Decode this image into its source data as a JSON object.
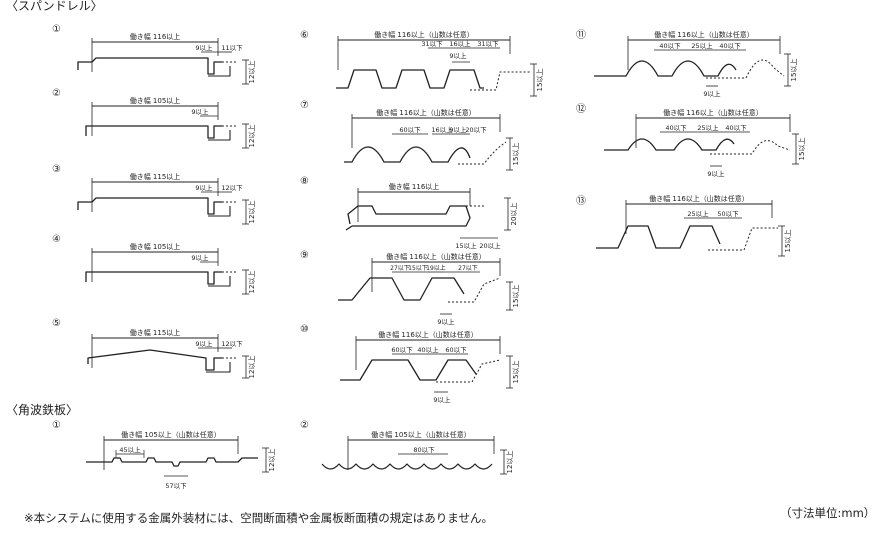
{
  "section_titles": {
    "spandrel": "〈スパンドレル〉",
    "corrugated": "〈角波鉄板〉"
  },
  "width_prefix": "働き幅",
  "numerals": [
    "①",
    "②",
    "③",
    "④",
    "⑤",
    "⑥",
    "⑦",
    "⑧",
    "⑨",
    "⑩",
    "⑪",
    "⑫",
    "⑬"
  ],
  "spandrel": [
    {
      "id": "1",
      "width": "116以上",
      "dims": [
        "9以上",
        "11以下"
      ],
      "height": "12以上"
    },
    {
      "id": "2",
      "width": "105以上",
      "dims": [
        "9以上"
      ],
      "height": "12以上"
    },
    {
      "id": "3",
      "width": "115以上",
      "dims": [
        "9以上",
        "12以下"
      ],
      "height": "12以上"
    },
    {
      "id": "4",
      "width": "105以上",
      "dims": [
        "9以上"
      ],
      "height": "12以上"
    },
    {
      "id": "5",
      "width": "115以上",
      "dims": [
        "9以上",
        "12以下"
      ],
      "height": "12以上"
    },
    {
      "id": "6",
      "width": "116以上（山数は任意）",
      "dims": [
        "31以下",
        "16以上",
        "31以下",
        "9以上"
      ],
      "height": "15以上"
    },
    {
      "id": "7",
      "width": "116以上（山数は任意）",
      "dims": [
        "60以下",
        "16以上",
        "9以上",
        "20以下"
      ],
      "height": "15以上"
    },
    {
      "id": "8",
      "width": "116以上",
      "dims": [
        "15以上",
        "20以上"
      ],
      "height": "20以上"
    },
    {
      "id": "9",
      "width": "116以上（山数は任意）",
      "dims": [
        "27以下",
        "15以下",
        "19以上",
        "27以下",
        "9以上"
      ],
      "height": "15以上"
    },
    {
      "id": "10",
      "width": "116以上（山数は任意）",
      "dims": [
        "60以下",
        "40以上",
        "60以下",
        "9以上"
      ],
      "height": "15以上"
    },
    {
      "id": "11",
      "width": "116以上（山数は任意）",
      "dims": [
        "40以下",
        "25以上",
        "40以下",
        "9以上"
      ],
      "height": "15以上"
    },
    {
      "id": "12",
      "width": "116以上（山数は任意）",
      "dims": [
        "40以下",
        "25以上",
        "40以下",
        "9以上"
      ],
      "height": "15以上"
    },
    {
      "id": "13",
      "width": "116以上（山数は任意）",
      "dims": [
        "25以上",
        "50以下"
      ],
      "height": "15以上"
    }
  ],
  "corrugated": [
    {
      "id": "1",
      "width": "105以上（山数は任意）",
      "dims": [
        "45以上",
        "57以下"
      ],
      "height": "12以上"
    },
    {
      "id": "2",
      "width": "105以上（山数は任意）",
      "dims": [
        "80以下"
      ],
      "height": "12以上"
    }
  ],
  "footnote": "※本システムに使用する金属外装材には、空間断面積や金属板断面積の規定はありません。",
  "unit_note": "（寸法単位:mm）"
}
